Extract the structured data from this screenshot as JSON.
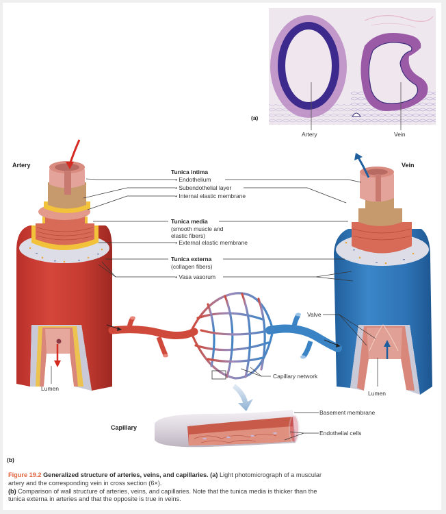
{
  "panel_a": {
    "panel_label": "(a)",
    "labels": {
      "artery": "Artery",
      "vein": "Vein"
    },
    "colors": {
      "stain_background": "#e9dfea",
      "artery_wall": "#3c2a8c",
      "adventitia": "#b07bbd"
    }
  },
  "panel_b": {
    "panel_label": "(b)",
    "artery_title": "Artery",
    "vein_title": "Vein",
    "layers": {
      "tunica_intima": "Tunica intima",
      "endothelium": "• Endothelium",
      "subendothelial": "• Subendothelial layer",
      "internal_elastic": "• Internal elastic membrane",
      "tunica_media": "Tunica media",
      "tunica_media_desc_1": "(smooth muscle and",
      "tunica_media_desc_2": "elastic fibers)",
      "external_elastic": "• External elastic membrane",
      "tunica_externa": "Tunica externa",
      "tunica_externa_desc": "(collagen fibers)",
      "vasa_vasorum": "• Vasa vasorum"
    },
    "valve": "Valve",
    "lumen_artery": "Lumen",
    "lumen_vein": "Lumen",
    "capillary_network": "Capillary network",
    "capillary_title": "Capillary",
    "basement_membrane": "Basement membrane",
    "endothelial_cells": "Endothelial cells",
    "colors": {
      "artery_red": "#c8382c",
      "vein_blue": "#2e74b8",
      "intima_pink": "#e3a39a",
      "elastic_yellow": "#f2c23a",
      "subendothelial_tan": "#c79a6e",
      "externa_gray": "#dcdde6",
      "arrow_red": "#d42a22",
      "arrow_blue": "#1f5f9e"
    }
  },
  "caption": {
    "figure_number": "Figure 19.2",
    "title": "Generalized structure of arteries, veins, and capillaries.",
    "part_a_label": "(a)",
    "part_a_text": "Light photomicrograph of a muscular artery and the corresponding vein in cross section (6×).",
    "part_b_label": "(b)",
    "part_b_text": "Comparison of wall structure of arteries, veins, and capillaries. Note that the tunica media is thicker than the tunica externa in arteries and that the opposite is true in veins."
  }
}
